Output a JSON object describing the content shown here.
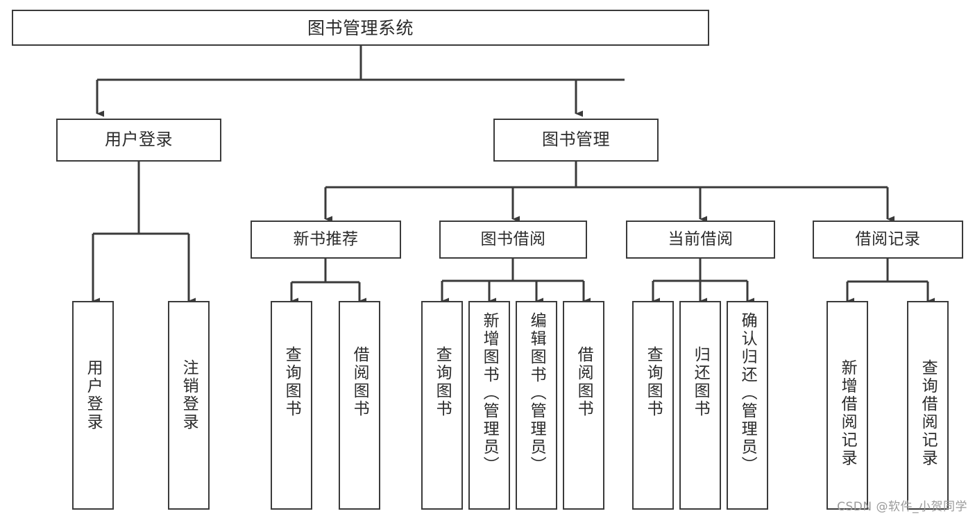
{
  "diagram": {
    "title": "图书管理系统",
    "type": "tree-hierarchy",
    "watermark": "CSDN @软件_小贺同学",
    "colors": {
      "background": "#ffffff",
      "node_border": "#3a3a3a",
      "node_fill": "#ffffff",
      "edge": "#3a3a3a",
      "text": "#2b2b2b",
      "watermark": "#9a9a9a"
    },
    "root": {
      "label": "图书管理系统"
    },
    "level1": [
      {
        "label": "用户登录"
      },
      {
        "label": "图书管理"
      }
    ],
    "level2": [
      {
        "label": "新书推荐"
      },
      {
        "label": "图书借阅"
      },
      {
        "label": "当前借阅"
      },
      {
        "label": "借阅记录"
      }
    ],
    "leaves": {
      "user_login": [
        {
          "label": "用户登录"
        },
        {
          "label": "注销登录"
        }
      ],
      "new_book_recommend": [
        {
          "label": "查询图书"
        },
        {
          "label": "借阅图书"
        }
      ],
      "book_borrow": [
        {
          "label": "查询图书"
        },
        {
          "label": "新增图书（管理员）"
        },
        {
          "label": "编辑图书（管理员）"
        },
        {
          "label": "借阅图书"
        }
      ],
      "current_borrow": [
        {
          "label": "查询图书"
        },
        {
          "label": "归还图书"
        },
        {
          "label": "确认归还（管理员）"
        }
      ],
      "borrow_record": [
        {
          "label": "新增借阅记录"
        },
        {
          "label": "查询借阅记录"
        }
      ]
    }
  }
}
